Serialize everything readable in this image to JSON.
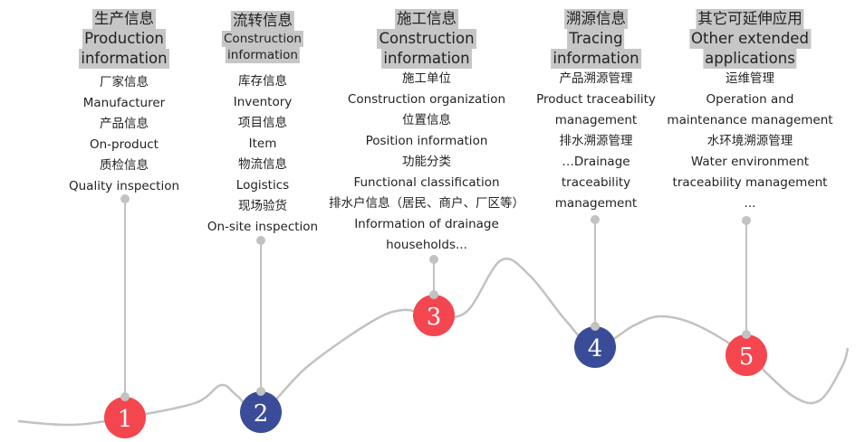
{
  "colors": {
    "red": "#f4464f",
    "blue": "#3a4c98",
    "line": "#c2c2c2"
  },
  "stages": [
    {
      "number": "1",
      "color": "red",
      "title": [
        "生产信息",
        "Production",
        "information"
      ],
      "items": [
        "厂家信息",
        "Manufacturer",
        "产品信息",
        "On-product",
        "质检信息",
        "Quality inspection"
      ]
    },
    {
      "number": "2",
      "color": "blue",
      "title": [
        "流转信息",
        "Construction",
        "information"
      ],
      "items": [
        "库存信息",
        "Inventory",
        "项目信息",
        "Item",
        "物流信息",
        "Logistics",
        "现场验货",
        "On-site inspection"
      ]
    },
    {
      "number": "3",
      "color": "red",
      "title": [
        "施工信息",
        "Construction",
        "information"
      ],
      "items": [
        "施工单位",
        "Construction organization",
        "位置信息",
        "Position information",
        "功能分类",
        "Functional classification",
        "排水户信息（居民、商户、厂区等）",
        "Information of drainage",
        "households..."
      ]
    },
    {
      "number": "4",
      "color": "blue",
      "title": [
        "溯源信息",
        "Tracing",
        "information"
      ],
      "items": [
        "产品溯源管理",
        "Product traceability",
        "management",
        "排水溯源管理",
        "…Drainage",
        "traceability",
        "management"
      ]
    },
    {
      "number": "5",
      "color": "red",
      "title": [
        "其它可延伸应用",
        "Other extended",
        "applications"
      ],
      "items": [
        "运维管理",
        "Operation and",
        "maintenance management",
        "水环境溯源管理",
        "Water environment",
        "traceability management",
        "..."
      ]
    }
  ]
}
